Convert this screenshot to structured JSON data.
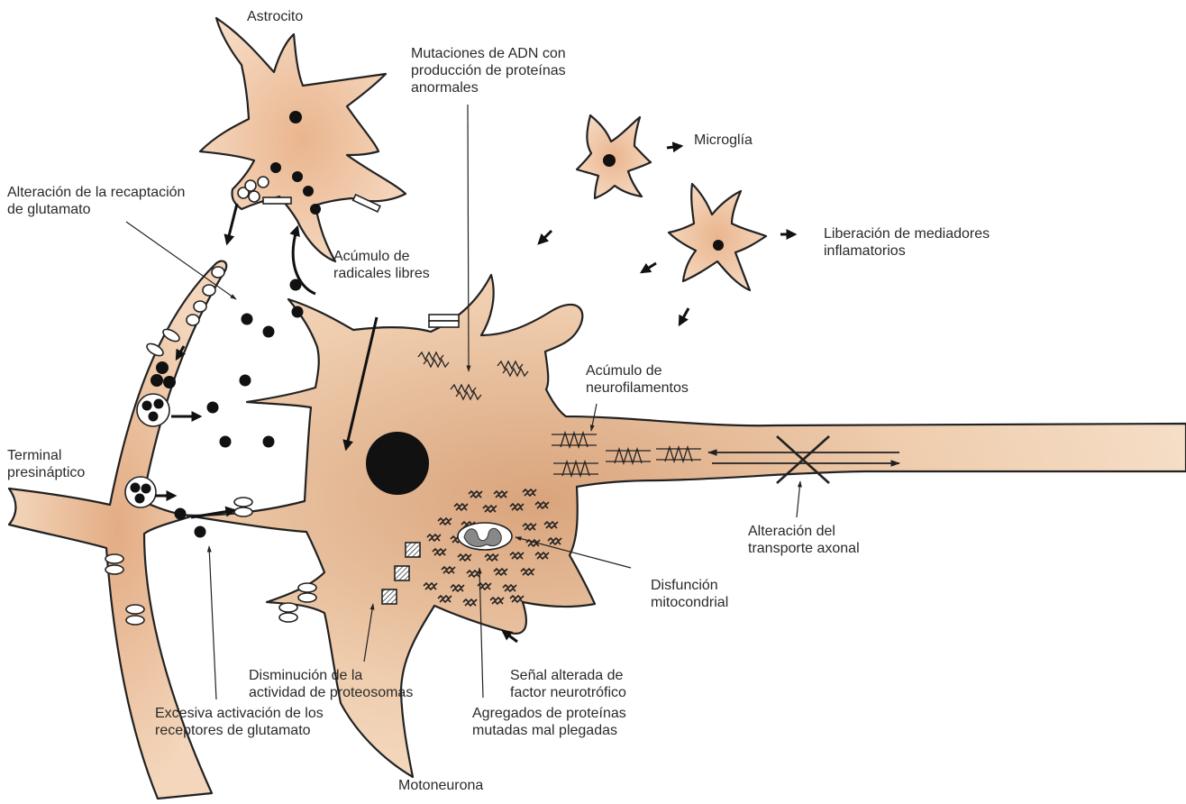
{
  "colors": {
    "cell_fill": "#f5dcc4",
    "cell_core": "#d9a47c",
    "outline": "#222222",
    "background": "#ffffff"
  },
  "labels": {
    "astrocito": "Astrocito",
    "mutaciones": "Mutaciones de ADN con\nproducción de proteínas\nanormales",
    "microglia": "Microglía",
    "recaptacion": "Alteración de la recaptación\nde glutamato",
    "radicales": "Acúmulo de\nradicales libres",
    "mediadores": "Liberación de mediadores\ninflamatorios",
    "neurofilamentos": "Acúmulo de\nneurofilamentos",
    "terminal": "Terminal\npresináptico",
    "transporte": "Alteración del\ntransporte axonal",
    "mitocondrial": "Disfunción\nmitocondrial",
    "proteosomas": "Disminución de la\nactividad de proteosomas",
    "neurotrofico": "Señal alterada de\nfactor neurotrófico",
    "receptores": "Excesiva activación de los\nreceptores de glutamato",
    "agregados": "Agregados de proteínas\nmutadas mal plegadas",
    "motoneurona": "Motoneurona"
  }
}
